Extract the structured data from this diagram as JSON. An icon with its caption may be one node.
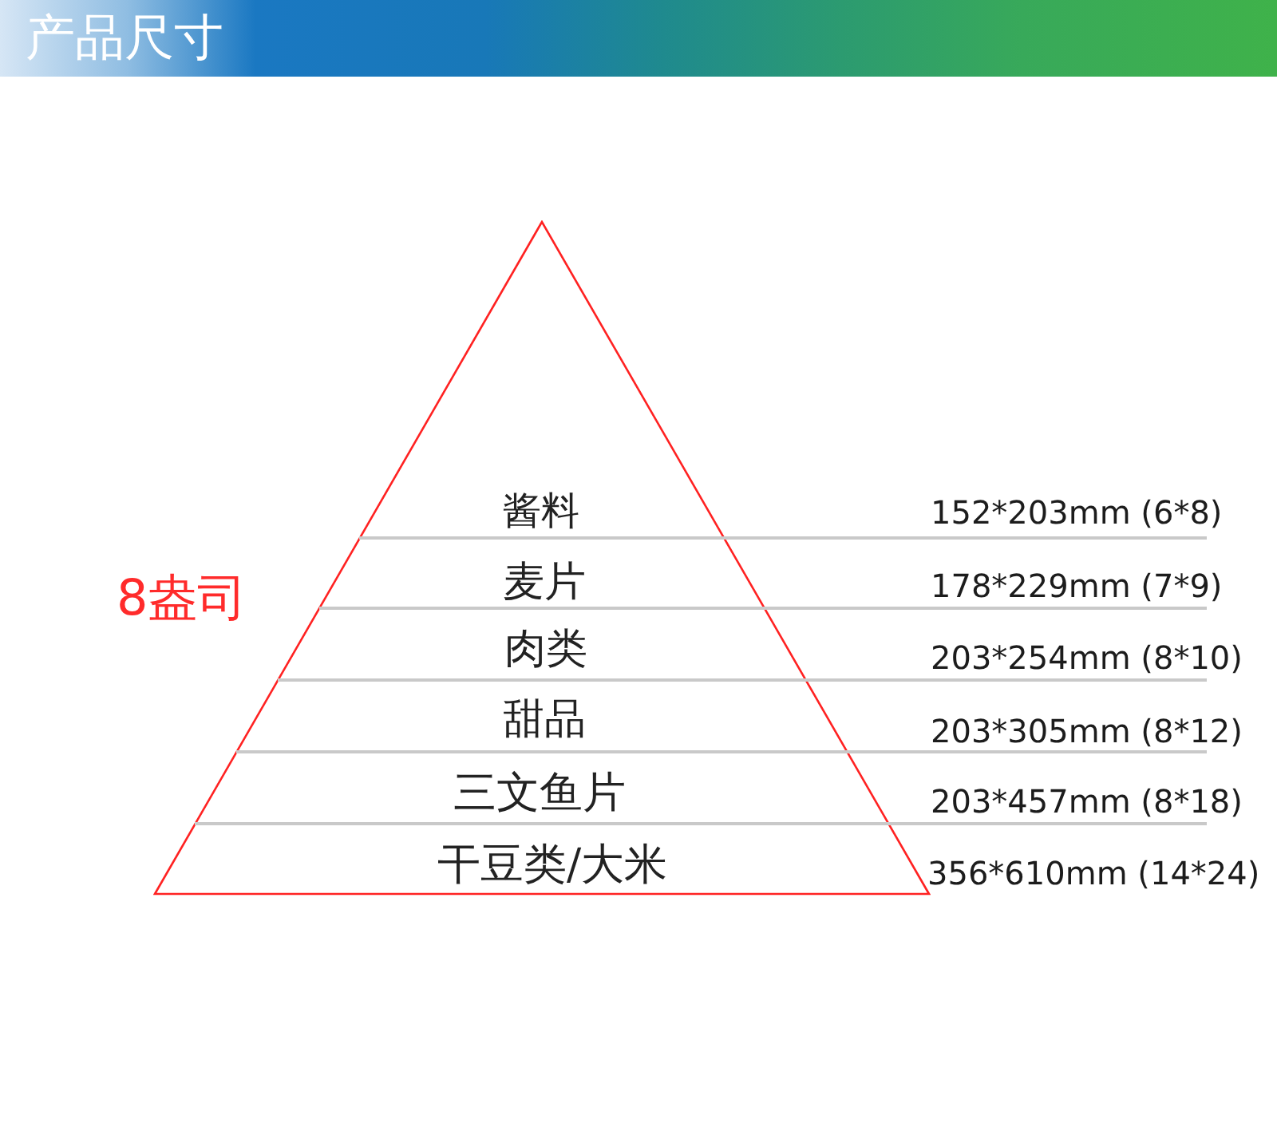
{
  "diagram": {
    "title": "产品尺寸",
    "nodes": [
      {
        "text": [],
        "shape": "triangle"
      },
      {
        "text": [
          "酱料"
        ],
        "in": 0
      },
      {
        "text": [
          "麦片"
        ],
        "in": 0
      },
      {
        "text": [
          "肉类"
        ],
        "in": 0
      },
      {
        "text": [
          "甜品"
        ],
        "in": 0
      },
      {
        "text": [
          "三文鱼片"
        ],
        "in": 0
      },
      {
        "text": [
          "干豆类/大米"
        ],
        "in": 0
      }
    ],
    "labels": [
      "152*203mm (6*8)",
      "8盎司",
      "178*229mm (7*9)",
      "203*254mm (8*10)",
      "203*305mm (8*12)",
      "203*457mm (8*18)",
      "356*610mm (14*24)"
    ]
  }
}
